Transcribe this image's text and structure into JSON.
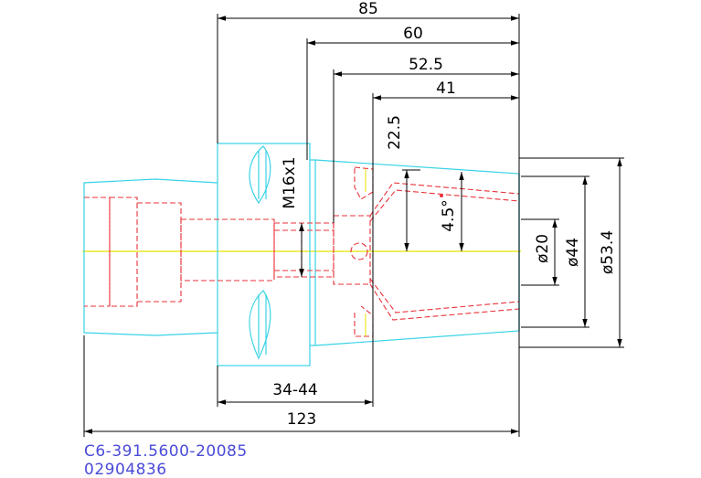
{
  "drawing": {
    "part_number": "C6-391.5600-20085",
    "item_number": "02904836",
    "dimensions": {
      "overall_85": "85",
      "length_60": "60",
      "length_52_5": "52.5",
      "length_41": "41",
      "depth_22_5": "22.5",
      "angle_4_5": "4.5°",
      "thread": "M16x1",
      "diameter_20": "ø20",
      "diameter_44": "ø44",
      "diameter_53_4": "ø53.4",
      "range_34_44": "34-44",
      "overall_123": "123"
    },
    "colors": {
      "outline": "#39d3e6",
      "hidden": "#e8333b",
      "centerline": "#e4e400",
      "dimension": "#000000",
      "title": "#4a4ad8"
    }
  }
}
